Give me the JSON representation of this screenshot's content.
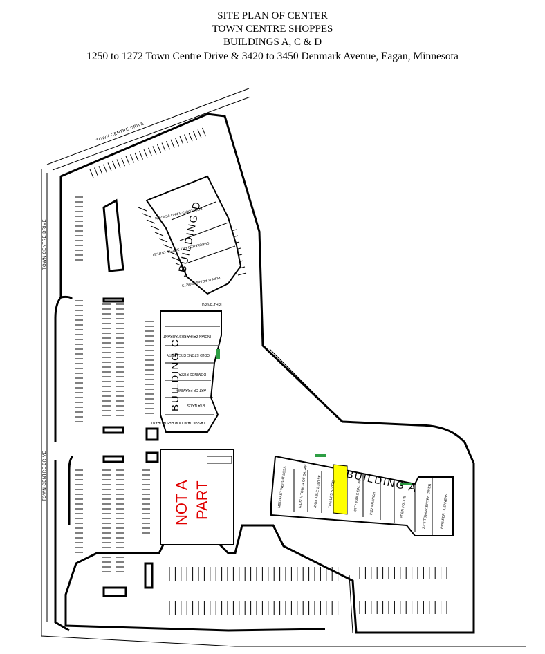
{
  "header": {
    "line1": "SITE PLAN OF CENTER",
    "line2": "TOWN CENTRE SHOPPES",
    "line3": "BUILDINGS A, C & D",
    "line4": "1250 to 1272 Town Centre Drive & 3420 to 3450 Denmark Avenue, Eagan, Minnesota"
  },
  "streets": {
    "top": "TOWN CENTRE DRIVE",
    "left_upper": "TOWN CENTRE DRIVE",
    "left_lower": "TOWN CENTRE DRIVE"
  },
  "buildings": {
    "d": "BUILDING D",
    "c": "BUILDING C",
    "a": "BUILDING A",
    "not_a_part_1": "NOT A",
    "not_a_part_2": "PART",
    "drive_thru": "DRIVE-THRU"
  },
  "tenants_d": [
    "FOOTLOCKER AND VERIZON",
    "CHECKERED PET SUPPLY OUTLET",
    "PLAY IT AGAIN SPORTS"
  ],
  "tenants_c": [
    "INDIAN ZAYKA RESTAURANT",
    "COLD STONE CREAMERY",
    "DOMINOS PIZZA",
    "ART OF FRAMING",
    "EVA NAILS",
    "CLASSIC TANDOOR RESTAURANT"
  ],
  "tenants_a": [
    "MEDIFAST WEIGHT LOSS",
    "KIDS' N TOUCH OF EAGAN",
    "AVAILABLE 1,380 SF",
    "THE UPS STORE",
    "CITY NAILS SALON",
    "PIZZA RANCH",
    "EDEN FOODS",
    "ZZ'S TOWN CENTRE DINER",
    "PREMIER CLEANERS"
  ],
  "colors": {
    "available": "#ffff00",
    "not_a_part": "#e00000",
    "landscape": "#2e9e44"
  }
}
